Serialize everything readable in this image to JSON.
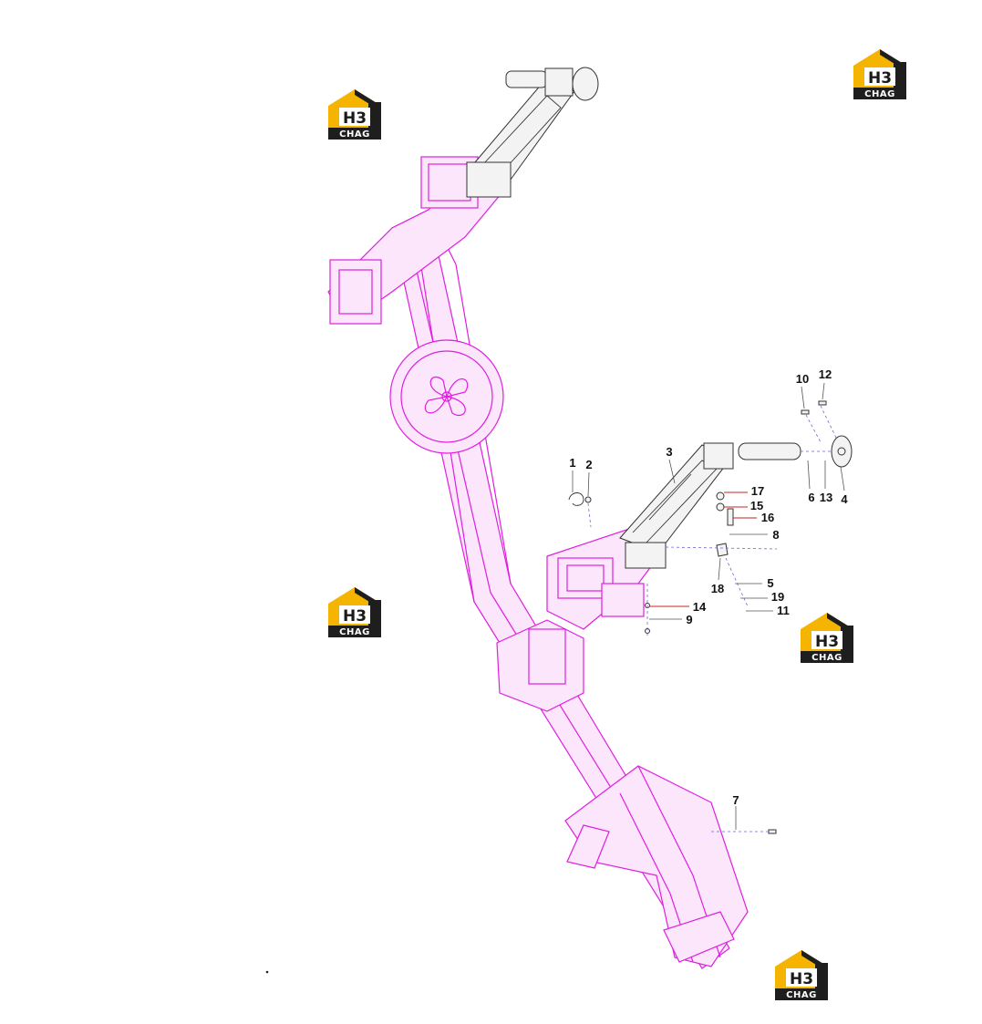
{
  "logo": {
    "mark": "H3",
    "word": "CHAG",
    "colors": {
      "gold": "#f5b400",
      "dark": "#1e1e1e"
    }
  },
  "callouts": [
    {
      "id": "1",
      "label": "1"
    },
    {
      "id": "2",
      "label": "2"
    },
    {
      "id": "3",
      "label": "3"
    },
    {
      "id": "4",
      "label": "4"
    },
    {
      "id": "5",
      "label": "5"
    },
    {
      "id": "6",
      "label": "6"
    },
    {
      "id": "7",
      "label": "7"
    },
    {
      "id": "8",
      "label": "8"
    },
    {
      "id": "9",
      "label": "9"
    },
    {
      "id": "10",
      "label": "10"
    },
    {
      "id": "11",
      "label": "11"
    },
    {
      "id": "12",
      "label": "12"
    },
    {
      "id": "13",
      "label": "13"
    },
    {
      "id": "14",
      "label": "14"
    },
    {
      "id": "15",
      "label": "15"
    },
    {
      "id": "16",
      "label": "16"
    },
    {
      "id": "17",
      "label": "17"
    },
    {
      "id": "18",
      "label": "18"
    },
    {
      "id": "19",
      "label": "19"
    }
  ],
  "colors": {
    "frame": "#e01ee0",
    "parts": "#333333",
    "leader_red": "#cc2222"
  }
}
